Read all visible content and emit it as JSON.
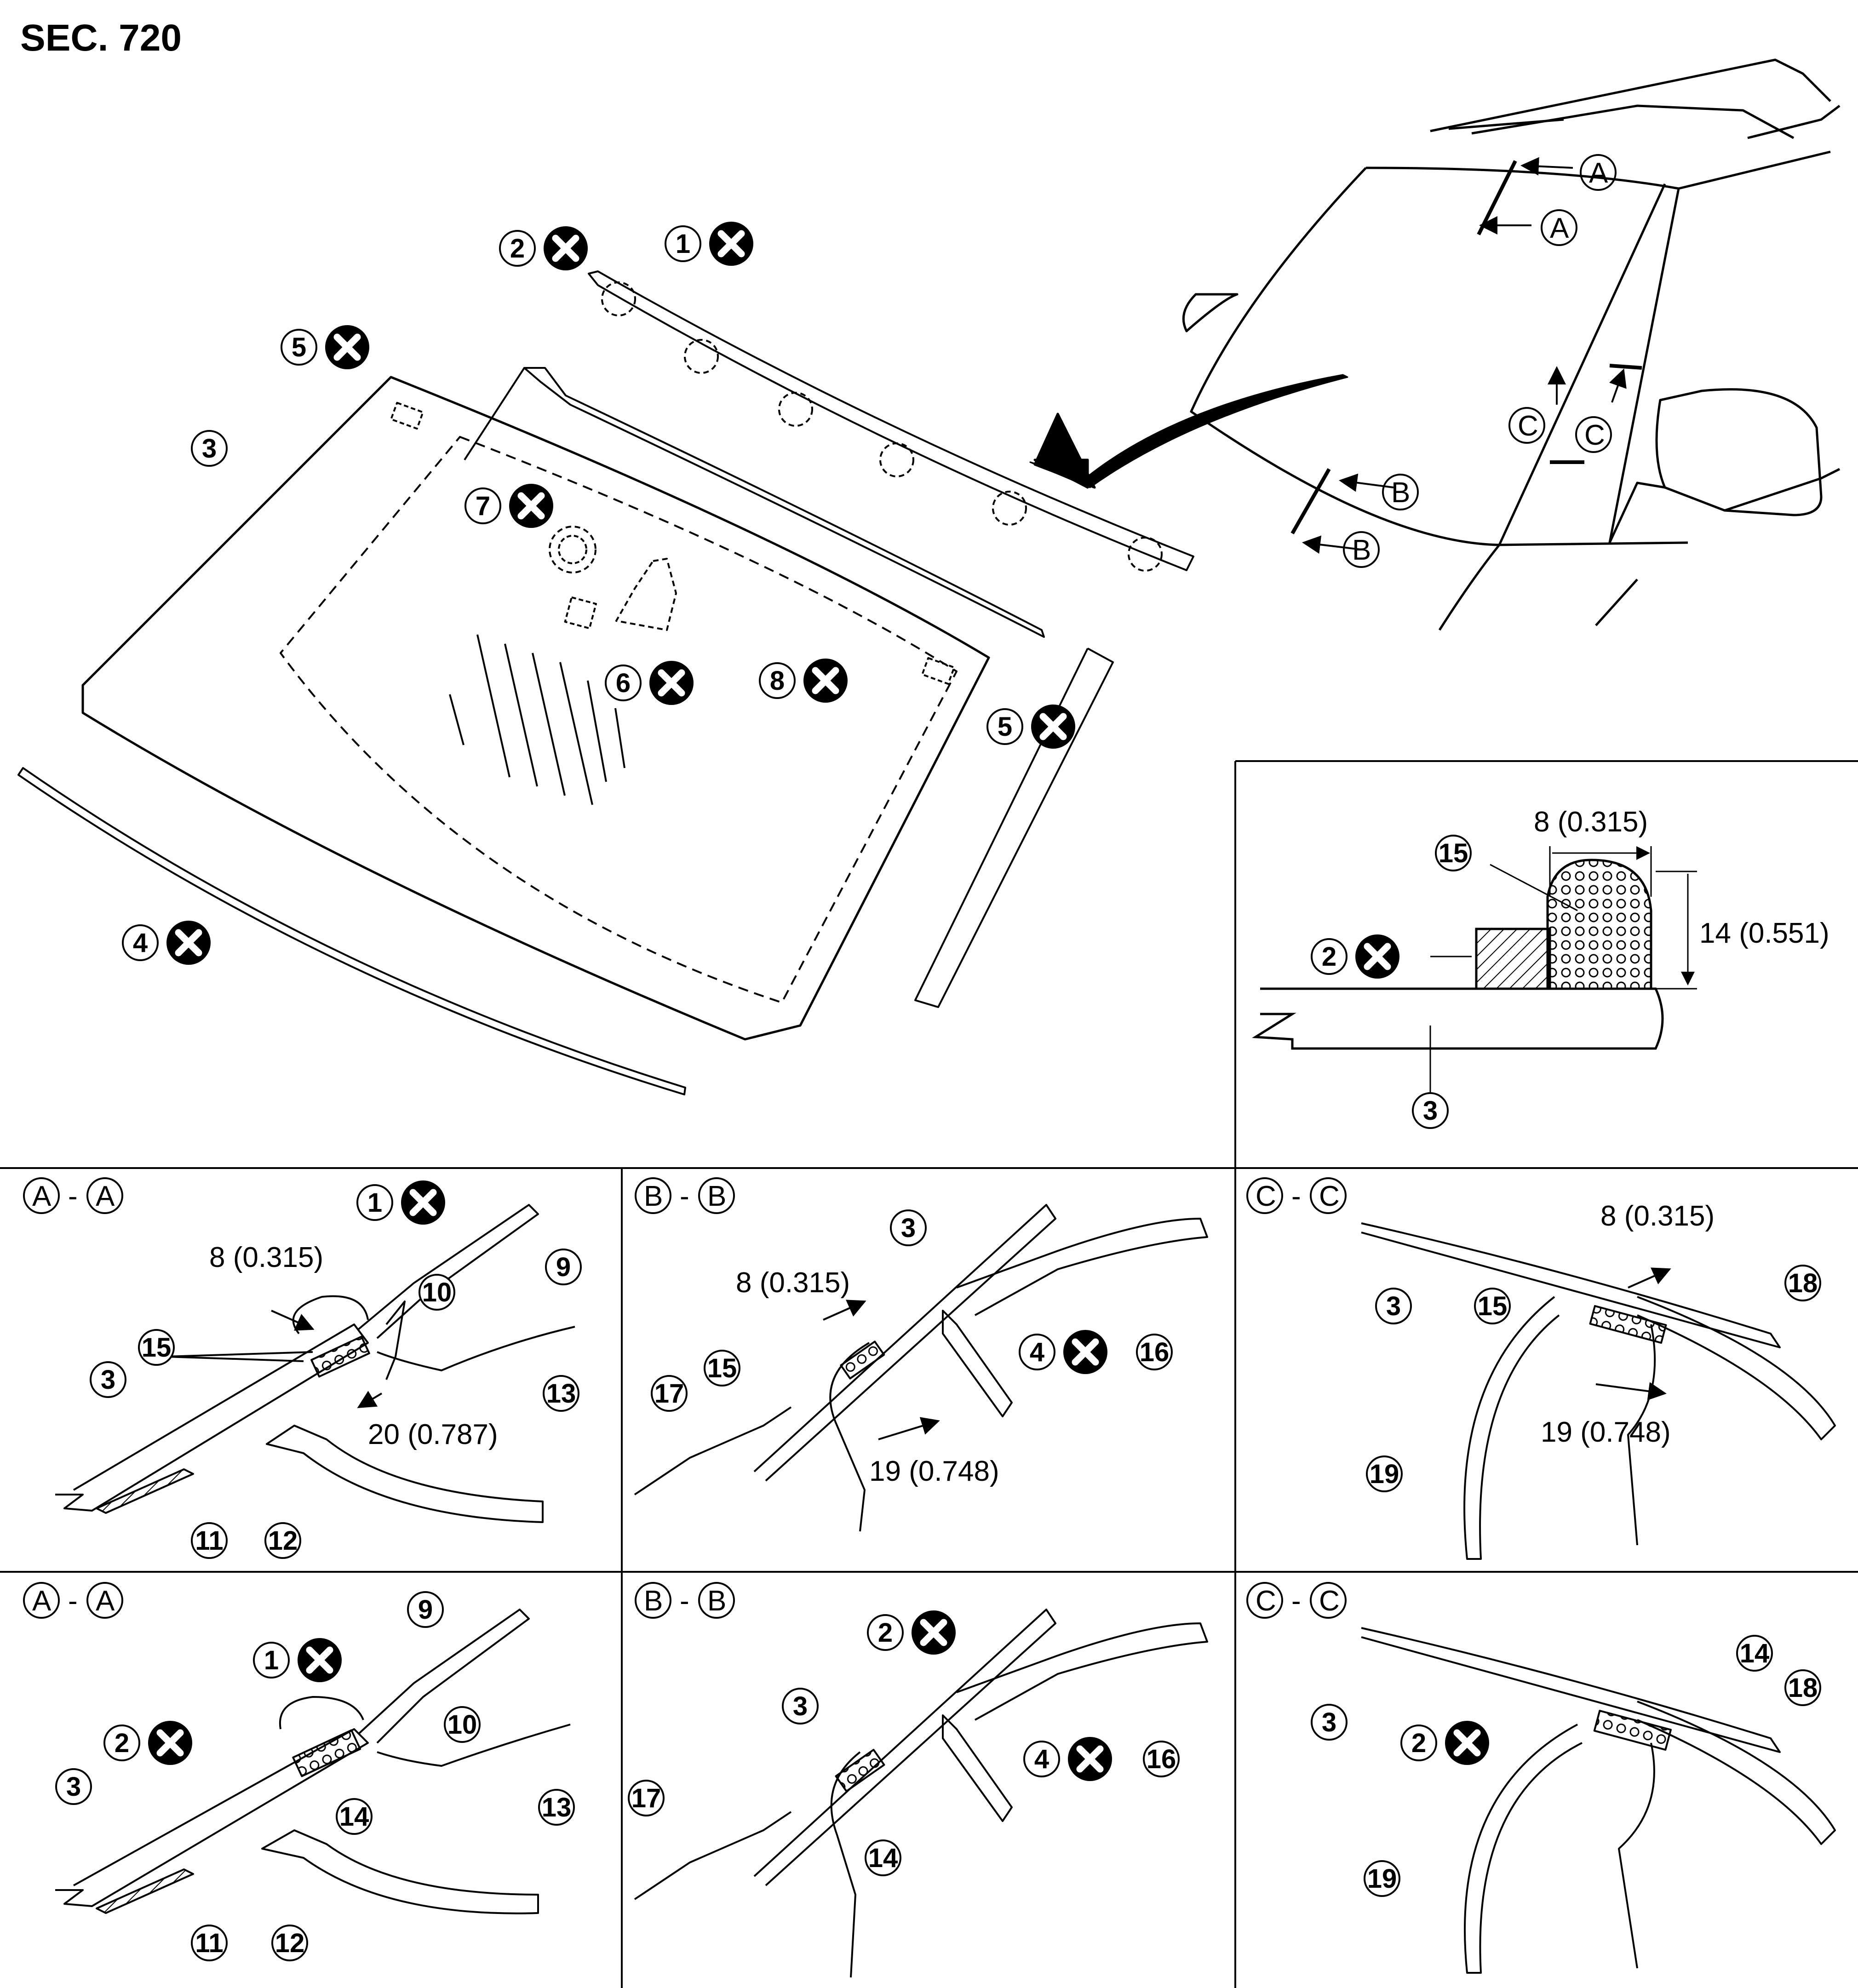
{
  "section_label": "SEC. 720",
  "callouts": [
    "1",
    "2",
    "3",
    "4",
    "5",
    "6",
    "7",
    "8",
    "9",
    "10",
    "11",
    "12",
    "13",
    "14",
    "15",
    "16",
    "17",
    "18",
    "19"
  ],
  "section_letters": [
    "A",
    "B",
    "C"
  ],
  "section_separator": "-",
  "dimensions": {
    "d8": "8 (0.315)",
    "d14": "14 (0.551)",
    "d19": "19 (0.748)",
    "d20": "20 (0.787)"
  },
  "colors": {
    "ink": "#000000",
    "paper": "#ffffff"
  },
  "symbols": {
    "not_reusable": "x-circle-icon"
  }
}
